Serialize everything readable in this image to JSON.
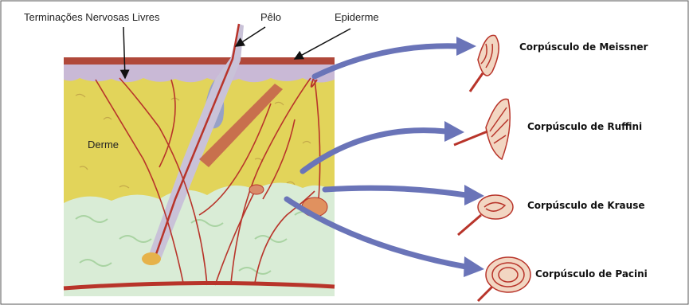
{
  "labels": {
    "free_nerve_endings": "Terminações Nervosas Livres",
    "hair": "Pêlo",
    "epidermis": "Epiderme",
    "dermis": "Derme"
  },
  "corpuscles": [
    {
      "name": "Corpúsculo de Meissner"
    },
    {
      "name": "Corpúsculo de Ruffini"
    },
    {
      "name": "Corpúsculo de Krause"
    },
    {
      "name": "Corpúsculo de Pacini"
    }
  ],
  "colors": {
    "dermis": "#e2d45a",
    "epidermis": "#c9b9d6",
    "skin_top": "#b0483a",
    "hypodermis": "#d9ecd6",
    "nerve": "#b8342a",
    "hair": "#c9c2d8",
    "arrow": "#6a74b8"
  }
}
